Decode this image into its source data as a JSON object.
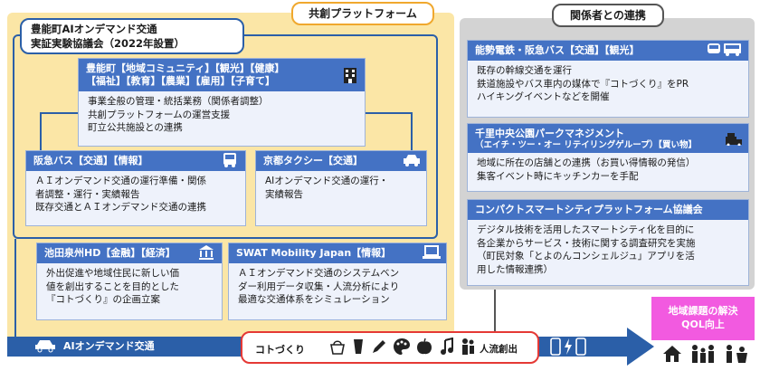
{
  "labels": {
    "platform": "共創プラットフォーム",
    "stakeholders": "関係者との連携",
    "council_line1": "豊能町AIオンデマンド交通",
    "council_line2": "実証実験協議会（2022年設置）"
  },
  "left_boxes": {
    "noto": {
      "header_line1": "豊能町【地域コミュニティ】【観光】【健康】",
      "header_line2": "【福祉】【教育】【農業】【雇用】【子育て】",
      "body": [
        "事業全般の管理・統括業務（関係者調整）",
        "共創プラットフォームの運営支援",
        "町立公共施設との連携"
      ]
    },
    "hankyu": {
      "header": "阪急バス【交通】【情報】",
      "body": [
        "ＡＩオンデマンド交通の運行準備・関係",
        "者調整・運行・実績報告",
        "既存交通とＡＩオンデマンド交通の連携"
      ]
    },
    "kyoto": {
      "header": "京都タクシー【交通】",
      "body": [
        "AIオンデマンド交通の運行・",
        "実績報告"
      ]
    },
    "ikeda": {
      "header": "池田泉州HD【金融】【経済】",
      "body": [
        "外出促進や地域住民に新しい価",
        "値を創出することを目的とした",
        "『コトづくり』の企画立案"
      ]
    },
    "swat": {
      "header": "SWAT Mobility Japan【情報】",
      "body": [
        "ＡＩオンデマンド交通のシステムベン",
        "ダー利用データ収集・人流分析により",
        "最適な交通体系をシミュレーション"
      ]
    }
  },
  "right_boxes": {
    "railbus": {
      "header": "能勢電鉄・阪急バス【交通】【観光】",
      "body": [
        "既存の幹線交通を運行",
        "鉄道施設やバス車内の媒体で『コトづくり』をPR",
        "ハイキングイベントなどを開催"
      ]
    },
    "central": {
      "header_line1": "千里中央公園パークマネジメント",
      "header_line2": "（エイチ・ツー・オー リテイリングゲループ）【買い物】",
      "body": [
        "地域に所在の店舗との連携（お買い得情報の発信）",
        "集客イベント時にキッチンカーを手配"
      ]
    },
    "compact": {
      "header": "コンパクトスマートシティプラットフォーム協議会",
      "body": [
        "デジタル技術を活用したスマートシティ化を目的に",
        "各企業からサービス・技術に関する調査研究を実施",
        "（町民対象「とよのんコンシェルジュ」アプリを活",
        "用した情報連携）"
      ]
    }
  },
  "bottom": {
    "ondemand": "AIオンデマンド交通",
    "kotozukuri": "コトづくり",
    "flow": "人流創出",
    "goal_line1": "地域課題の解決",
    "goal_line2": "QOL向上"
  },
  "icons": [
    "building-icon",
    "bus-icon",
    "taxi-icon",
    "bank-icon",
    "laptop-icon",
    "train-bus-icon",
    "shop-icon",
    "bag-icon",
    "drink-icon",
    "palette-icon",
    "apple-icon",
    "music-icon",
    "phone-icon",
    "home-icon",
    "family-icon",
    "care-icon"
  ],
  "colors": {
    "accent_blue": "#2b5fa8",
    "header_blue": "#4472c4",
    "platform_bg": "#fbe6a6",
    "stakeholder_bg": "#d3d3d3",
    "goal_pink": "#f25ae0",
    "kotozukuri_border": "#e53935"
  }
}
